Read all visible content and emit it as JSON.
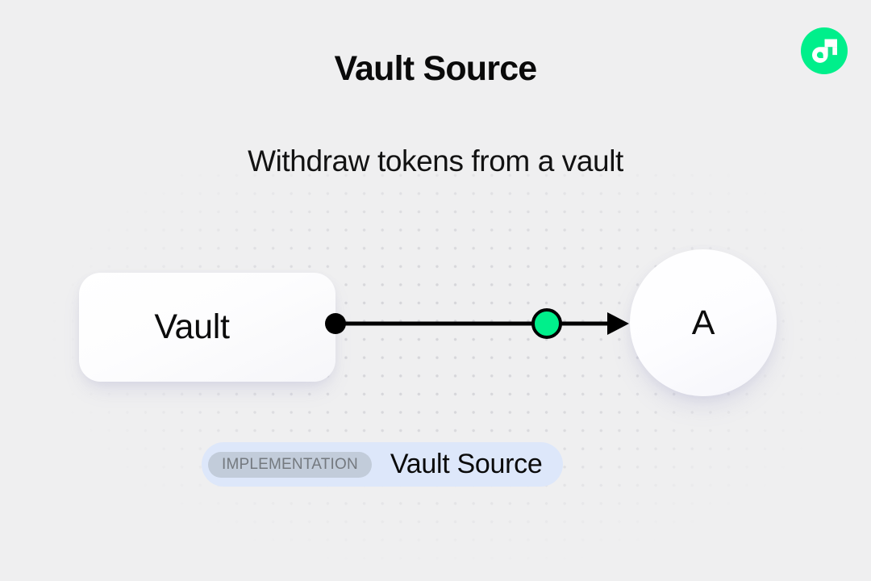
{
  "page": {
    "title": "Vault Source",
    "subtitle": "Withdraw tokens from a vault",
    "background_color": "#efeff0"
  },
  "logo": {
    "name": "flow-logo-icon",
    "brand_color": "#00ef8b",
    "accent_color": "#16e18a",
    "mark_color": "#ffffff"
  },
  "diagram": {
    "type": "flow-edge-diagram",
    "source_node": {
      "label": "Vault",
      "shape": "rounded-rectangle"
    },
    "target_node": {
      "label": "A",
      "shape": "circle"
    },
    "edge": {
      "direction": "source-to-target",
      "line_color": "#000000",
      "start_handle_color": "#000000",
      "midpoint_marker_color": "#00ef8b",
      "midpoint_marker_border": "#000000",
      "arrowhead_color": "#000000"
    }
  },
  "badge": {
    "tag_label": "IMPLEMENTATION",
    "name_label": "Vault Source",
    "pill_color": "#dde7fa",
    "tag_color": "#c2ccda",
    "tag_text_color": "#74797f"
  }
}
